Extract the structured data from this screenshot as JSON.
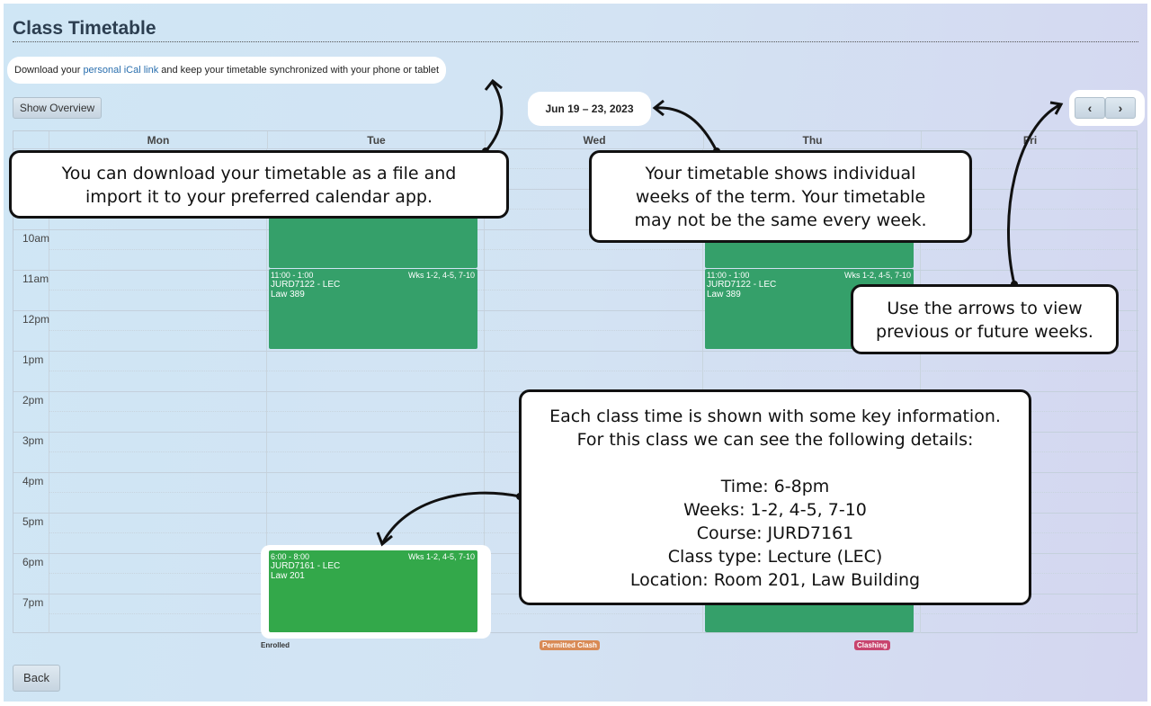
{
  "title": "Class Timetable",
  "ical": {
    "pre": "Download your ",
    "link": "personal iCal link",
    "post": " and keep your timetable synchronized with your phone or tablet"
  },
  "toolbar": {
    "show_overview": "Show Overview",
    "date_range": "Jun 19 – 23, 2023",
    "prev": "‹",
    "next": "›"
  },
  "days": [
    "Mon",
    "Tue",
    "Wed",
    "Thu",
    "Fri"
  ],
  "times": [
    "10am",
    "11am",
    "12pm",
    "1pm",
    "2pm",
    "3pm",
    "4pm",
    "5pm",
    "6pm",
    "7pm"
  ],
  "events": [
    {
      "time": "11:00 - 1:00",
      "weeks": "Wks 1-2, 4-5, 7-10",
      "course": "JURD7122 - LEC",
      "location": "Law 389"
    },
    {
      "time": "11:00 - 1:00",
      "weeks": "Wks 1-2, 4-5, 7-10",
      "course": "JURD7122 - LEC",
      "location": "Law 389"
    },
    {
      "time": "6:00 - 8:00",
      "weeks": "Wks 1-2, 4-5, 7-10",
      "course": "JURD7161 - LEC",
      "location": "Law 201"
    }
  ],
  "legend": {
    "enrolled": "Enrolled",
    "permitted": "Permitted Clash",
    "clashing": "Clashing"
  },
  "colors": {
    "enrolled": "#35a06a",
    "highlighted": "#33a84a",
    "permitted": "#d98a55",
    "clashing": "#c8446e"
  },
  "back": "Back",
  "callouts": {
    "ical": [
      "You can download your timetable as a file and",
      "import it to your preferred calendar app."
    ],
    "weeks": [
      "Your timetable shows individual",
      "weeks of the term. Your timetable",
      "may not be the same every week."
    ],
    "arrows": [
      "Use the arrows to view",
      "previous or future weeks."
    ],
    "class": [
      "Each class time is shown with some key information.",
      "For this class we can see the following details:",
      "Time: 6-8pm",
      "Weeks: 1-2, 4-5, 7-10",
      "Course: JURD7161",
      "Class type: Lecture (LEC)",
      "Location: Room 201, Law Building"
    ]
  }
}
